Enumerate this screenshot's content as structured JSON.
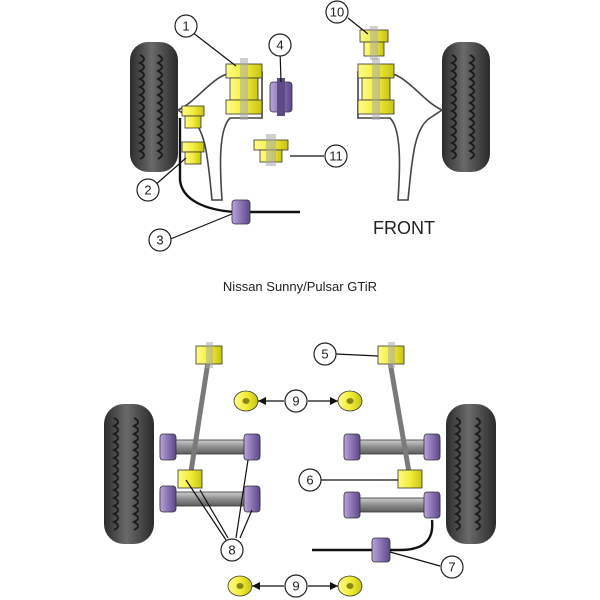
{
  "front_label": "FRONT",
  "caption": "Nissan Sunny/Pulsar GTiR",
  "callouts": {
    "c1": "1",
    "c2": "2",
    "c3": "3",
    "c4": "4",
    "c5": "5",
    "c6": "6",
    "c7": "7",
    "c8": "8",
    "c9_top": "9",
    "c9_bottom": "9",
    "c10": "10",
    "c11": "11"
  },
  "colors": {
    "bush_yellow": "#f2ee3a",
    "bush_purple": "#8a72b6",
    "tyre_dark": "#3a3a3a",
    "arm_grey": "#9a9a9a"
  }
}
